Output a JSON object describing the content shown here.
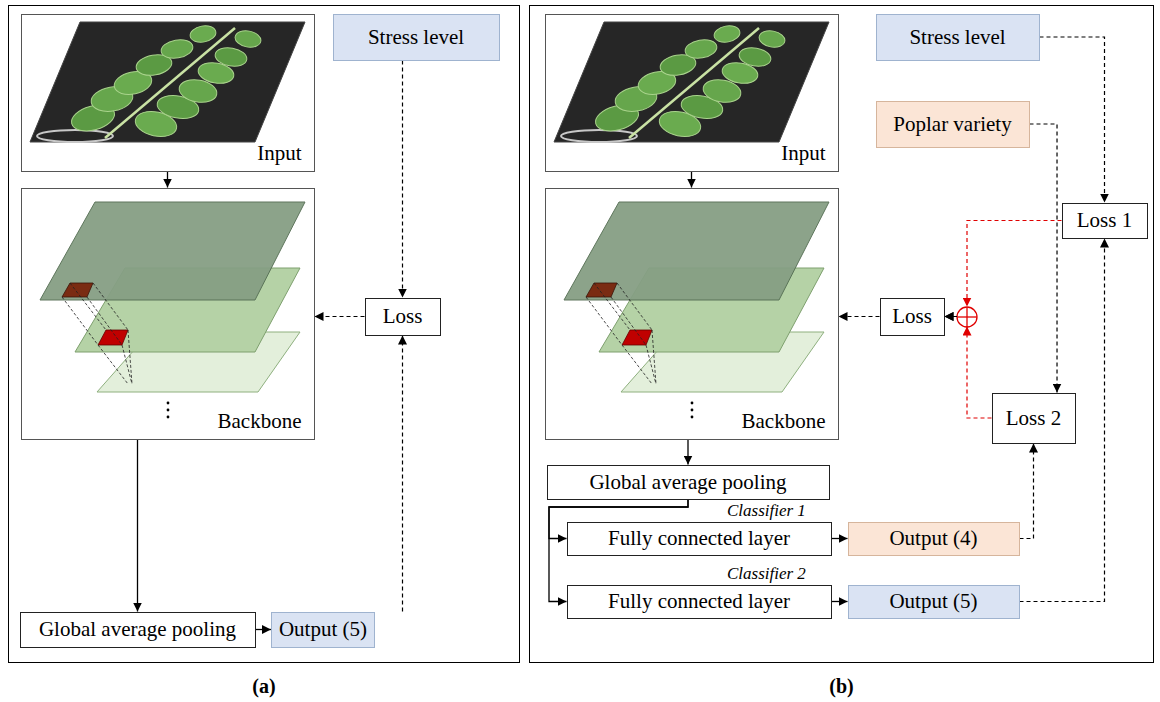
{
  "diagram": {
    "nodes": [
      {
        "text": [
          "(a)"
        ]
      },
      {
        "text": [
          "Input"
        ],
        "in": 0
      },
      {
        "text": [
          "Stress level"
        ],
        "in": 0
      },
      {
        "text": [
          "Backbone"
        ],
        "in": 0
      },
      {
        "text": [
          "Loss"
        ],
        "in": 0
      },
      {
        "text": [
          "Global average pooling"
        ],
        "in": 0
      },
      {
        "text": [
          "Output (5)"
        ],
        "in": 0
      },
      {
        "text": [
          "(b)"
        ]
      },
      {
        "text": [
          "Input"
        ],
        "in": 7
      },
      {
        "text": [
          "Stress level"
        ],
        "in": 7
      },
      {
        "text": [
          "Poplar variety"
        ],
        "in": 7
      },
      {
        "text": [
          "Loss 1"
        ],
        "in": 7
      },
      {
        "text": [
          "Backbone"
        ],
        "in": 7
      },
      {
        "text": [
          "Loss"
        ],
        "in": 7
      },
      {
        "text": [
          "Loss 2"
        ],
        "in": 7
      },
      {
        "text": [
          "Global average pooling"
        ],
        "in": 7
      },
      {
        "text": [
          "Fully connected layer"
        ],
        "in": 7
      },
      {
        "text": [
          "Output (4)"
        ],
        "in": 7
      },
      {
        "text": [
          "Fully connected layer"
        ],
        "in": 7
      },
      {
        "text": [
          "Output (5)"
        ],
        "in": 7
      }
    ],
    "edges": [
      {
        "from": 1,
        "to": 3,
        "arrow": "to"
      },
      {
        "from": 2,
        "to": 4,
        "arrow": "to"
      },
      {
        "from": 4,
        "to": 3,
        "arrow": "to"
      },
      {
        "from": 3,
        "to": 5,
        "arrow": "to"
      },
      {
        "from": 5,
        "to": 6,
        "arrow": "to"
      },
      {
        "from": 6,
        "to": 4,
        "arrow": "to"
      },
      {
        "from": 8,
        "to": 12,
        "arrow": "to"
      },
      {
        "from": 9,
        "to": 11,
        "arrow": "to"
      },
      {
        "from": 10,
        "to": 14,
        "arrow": "to"
      },
      {
        "from": 13,
        "to": 12,
        "arrow": "to"
      },
      {
        "from": 11,
        "to": 13,
        "arrow": "to"
      },
      {
        "from": 14,
        "to": 13,
        "arrow": "to"
      },
      {
        "from": 12,
        "to": 15,
        "arrow": "to"
      },
      {
        "from": 15,
        "to": 16,
        "arrow": "to"
      },
      {
        "from": 15,
        "to": 18,
        "arrow": "to"
      },
      {
        "from": 16,
        "to": 17,
        "arrow": "to"
      },
      {
        "from": 18,
        "to": 19,
        "arrow": "to"
      },
      {
        "from": 17,
        "to": 14,
        "arrow": "to"
      },
      {
        "from": 19,
        "to": 11,
        "arrow": "to"
      }
    ],
    "labels": [
      "Classifier 1",
      "Classifier 2"
    ]
  }
}
